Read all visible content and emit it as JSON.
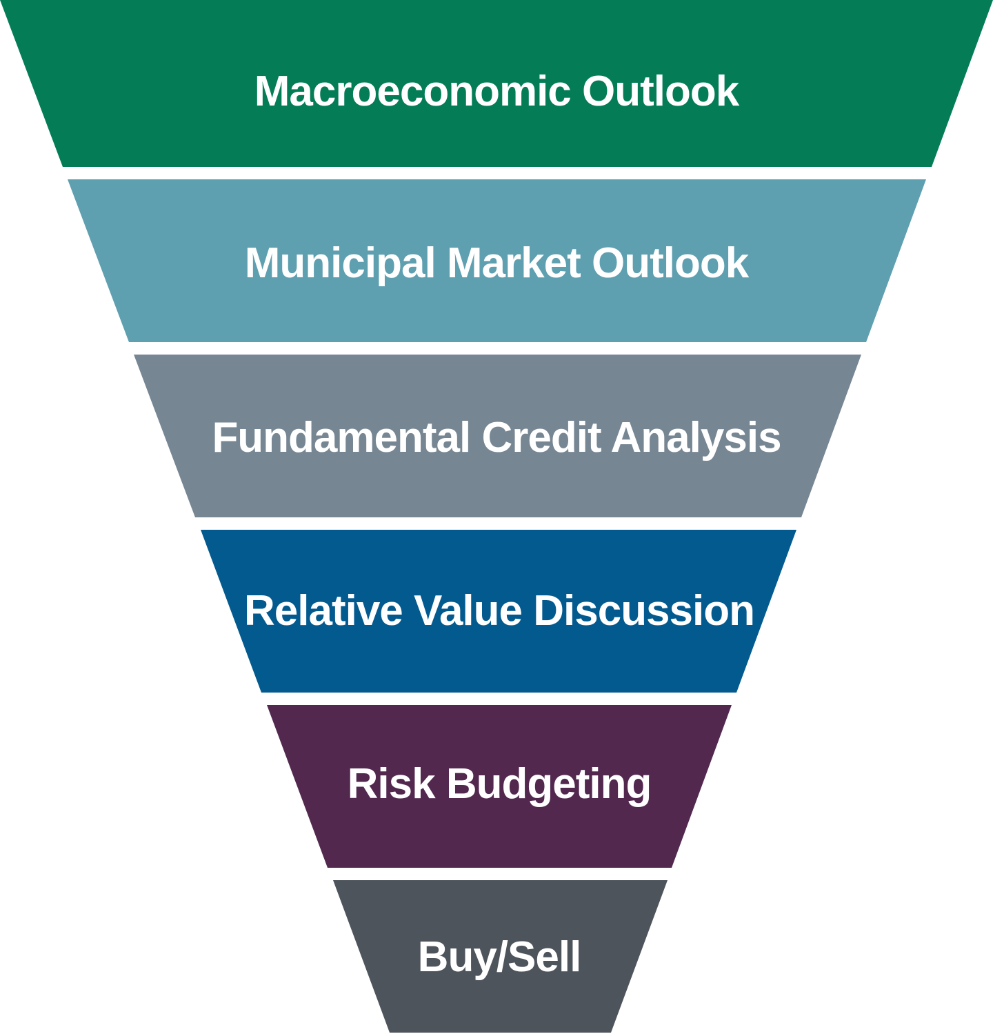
{
  "funnel": {
    "stages": [
      {
        "label": "Macroeconomic Outlook",
        "color": "#047D57"
      },
      {
        "label": "Municipal Market Outlook",
        "color": "#5E9FB0"
      },
      {
        "label": "Fundamental Credit Analysis",
        "color": "#778693"
      },
      {
        "label": "Relative Value Discussion",
        "color": "#035A8E"
      },
      {
        "label": "Risk Budgeting",
        "color": "#52284F"
      },
      {
        "label": "Buy/Sell",
        "color": "#4E545C"
      }
    ]
  }
}
